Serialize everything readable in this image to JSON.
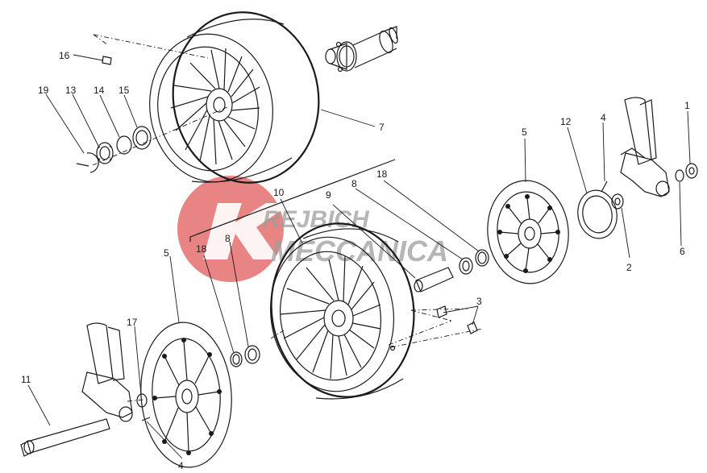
{
  "watermark": {
    "line1": "REJBICH",
    "line2": "MECCANICA",
    "mark_color": "#e46e6e"
  },
  "part_numbers": {
    "p1": "1",
    "p2": "2",
    "p3": "3",
    "p4_top": "4",
    "p4_bottom": "4",
    "p5_right": "5",
    "p5_left": "5",
    "p6": "6",
    "p7": "7",
    "p8_top": "8",
    "p8_left": "8",
    "p9": "9",
    "p10": "10",
    "p11": "11",
    "p12": "12",
    "p13": "13",
    "p14": "14",
    "p15": "15",
    "p16": "16",
    "p17": "17",
    "p18_top": "18",
    "p18_left": "18",
    "p19": "19"
  },
  "icons": {
    "rear_wheel": "rear-wheel-icon",
    "front_wheel": "front-wheel-icon",
    "brake_disc": "brake-disc-icon",
    "axle": "axle-icon",
    "fork_leg": "fork-leg-icon"
  }
}
